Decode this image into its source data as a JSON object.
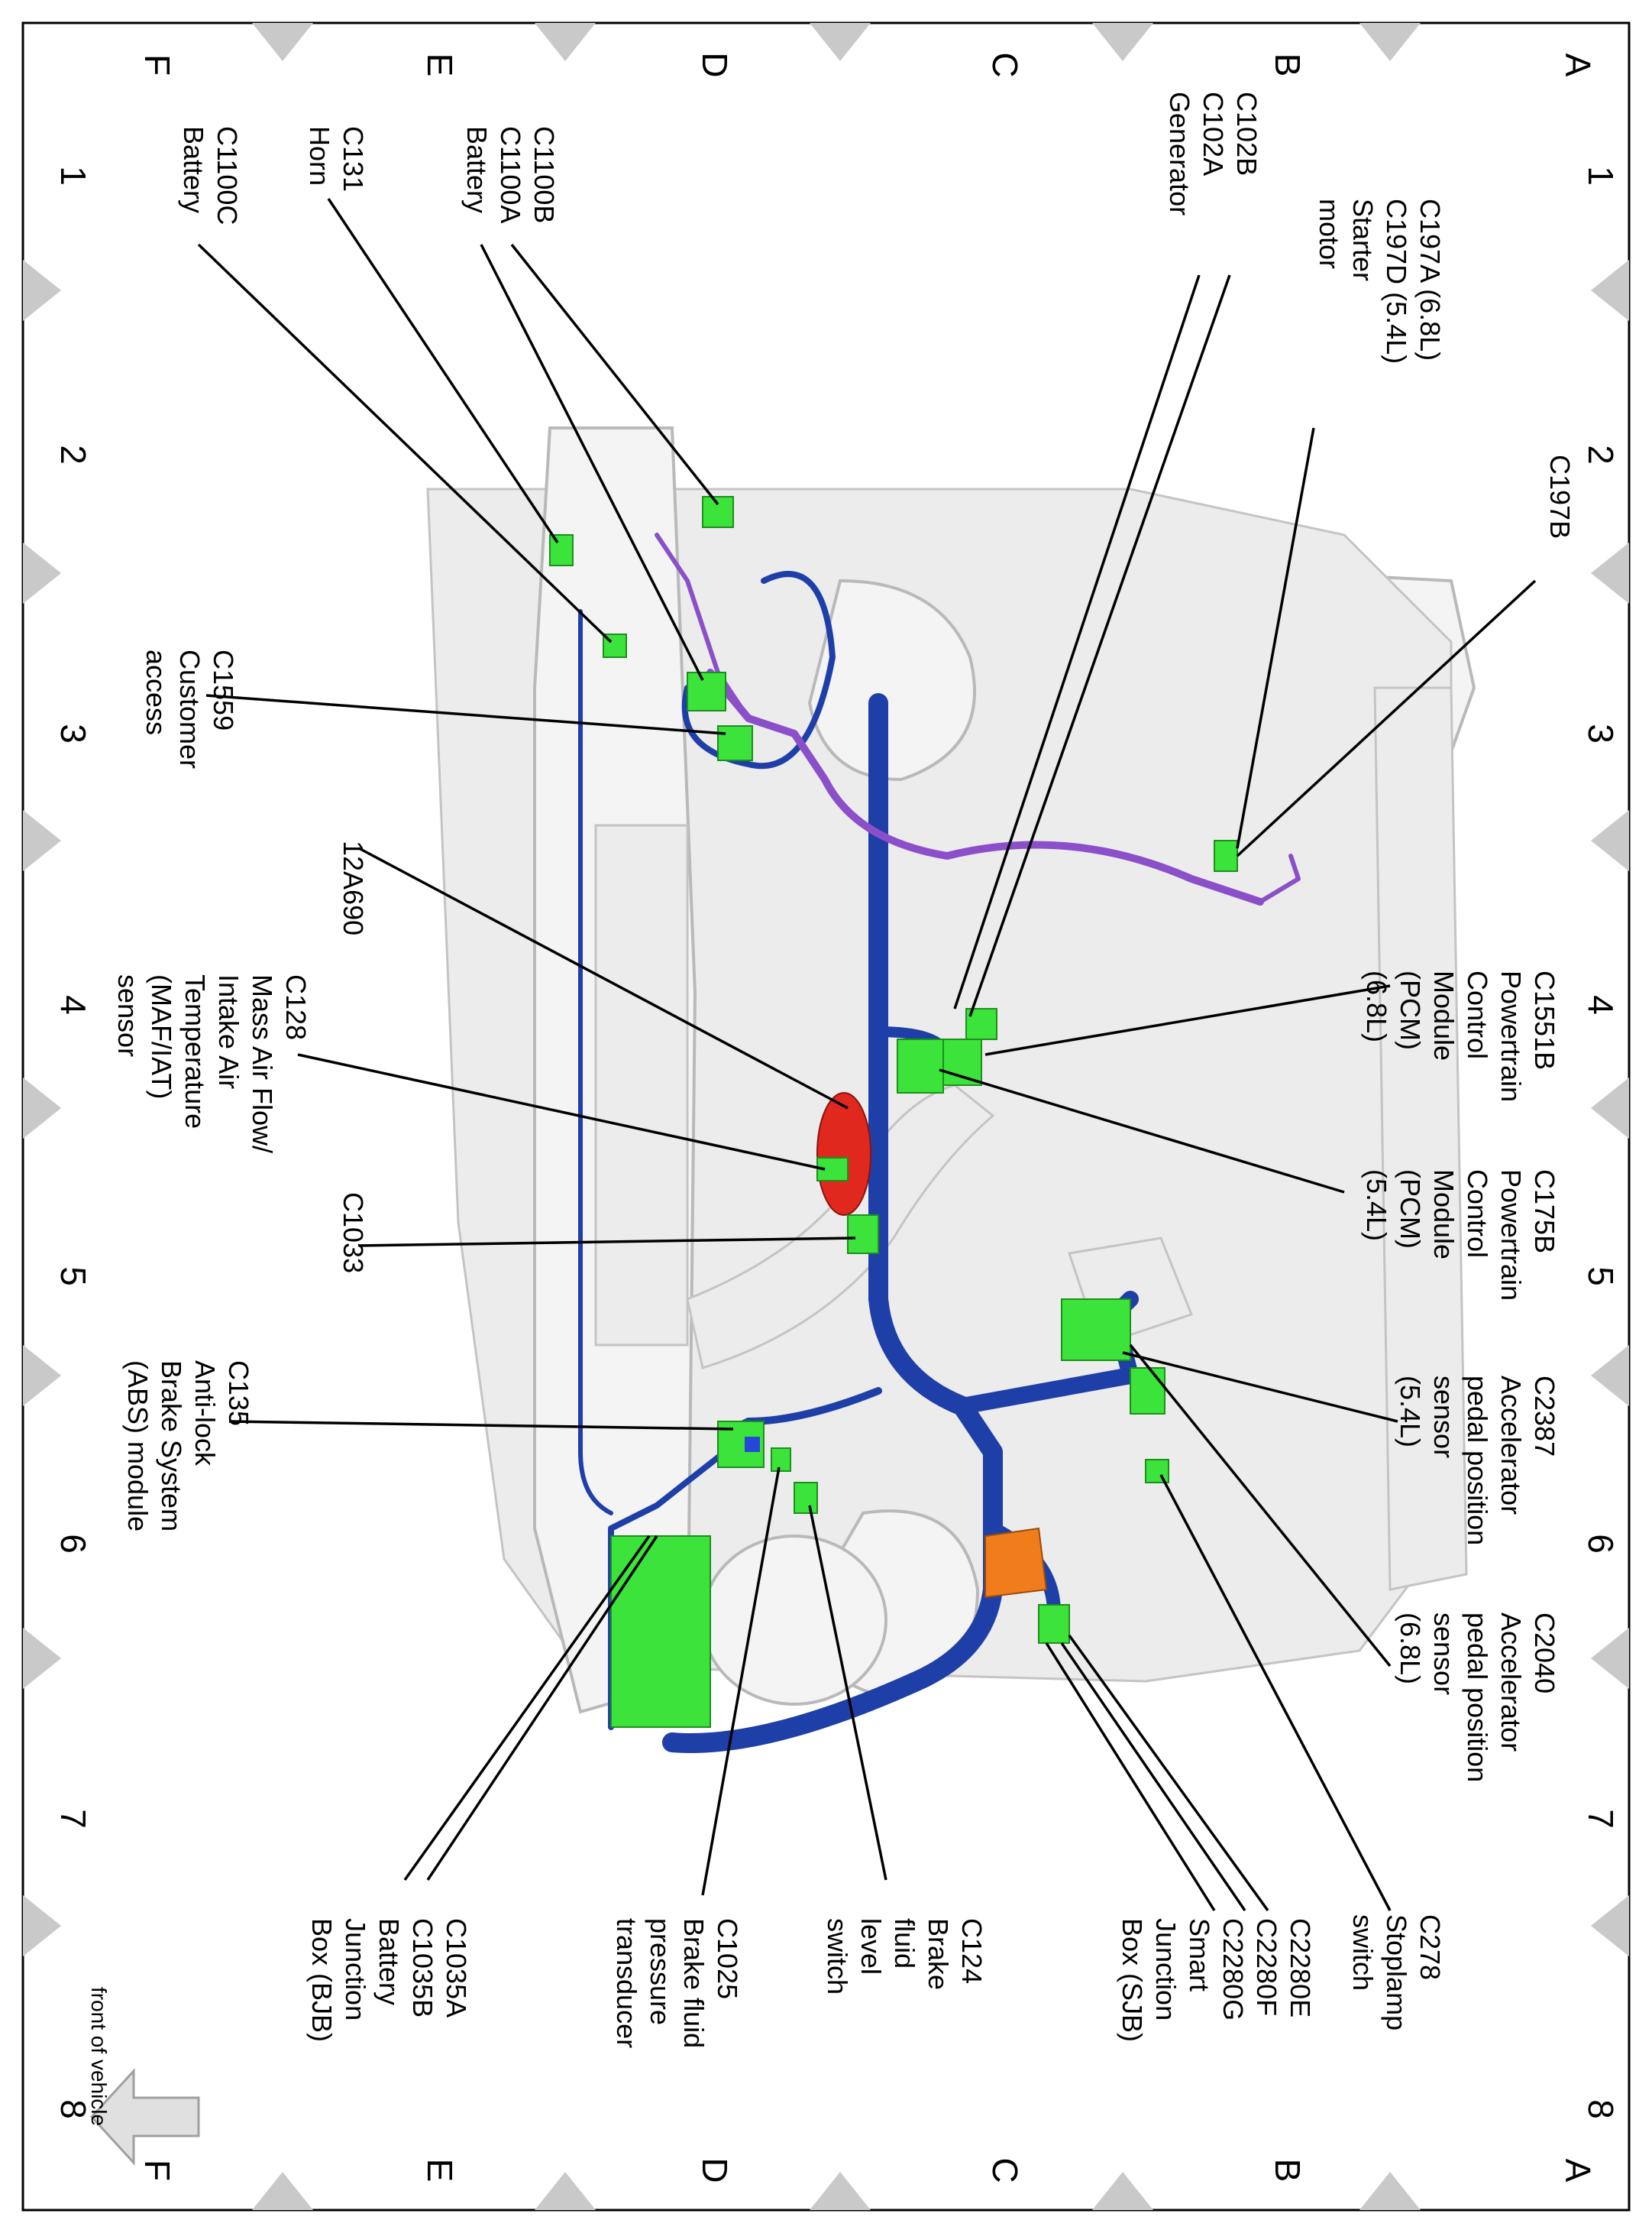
{
  "grid": {
    "rows": [
      "A",
      "B",
      "C",
      "D",
      "E",
      "F"
    ],
    "columns": [
      "1",
      "2",
      "3",
      "4",
      "5",
      "6",
      "7",
      "8"
    ]
  },
  "callouts": {
    "c197b": [
      "C197B"
    ],
    "c197a": [
      "C197A  (6.8L)",
      "C197D  (5.4L)",
      "Starter",
      "motor"
    ],
    "generator": [
      "C102B",
      "C102A",
      "Generator"
    ],
    "c1100b": [
      "C1100B",
      "C1100A",
      "Battery"
    ],
    "c131": [
      "C131",
      "Horn"
    ],
    "c1100c": [
      "C1100C",
      "Battery"
    ],
    "c1559": [
      "C1559",
      "Customer",
      "access"
    ],
    "c1551b": [
      "C1551B",
      "Powertrain",
      "Control",
      "Module",
      "(PCM)",
      "(6.8L)"
    ],
    "c175b": [
      "C175B",
      "Powertrain",
      "Control",
      "Module",
      "(PCM)",
      "(5.4L)"
    ],
    "a12a690": [
      "12A690"
    ],
    "c128": [
      "C128",
      "Mass Air Flow/",
      "Intake Air",
      "Temperature",
      "(MAF/IAT)",
      "sensor"
    ],
    "c1033": [
      "C1033"
    ],
    "c2387": [
      "C2387",
      "Accelerator",
      "pedal position",
      "sensor",
      "(5.4L)"
    ],
    "c135": [
      "C135",
      "Anti-lock",
      "Brake System",
      "(ABS) module"
    ],
    "c2040": [
      "C2040",
      "Accelerator",
      "pedal position",
      "sensor",
      "(6.8L)"
    ],
    "c278": [
      "C278",
      "Stoplamp",
      "switch"
    ],
    "sjb": [
      "C2280E",
      "C2280F",
      "C2280G",
      "Smart",
      "Junction",
      "Box (SJB)"
    ],
    "c124": [
      "C124",
      "Brake",
      "fluid",
      "level",
      "switch"
    ],
    "c1025": [
      "C1025",
      "Brake fluid",
      "pressure",
      "transducer"
    ],
    "bjb": [
      "C1035A",
      "C1035B",
      "Battery",
      "Junction",
      "Box (BJB)"
    ]
  },
  "front_indicator": "front of vehicle",
  "colors": {
    "harness_blue": "#1f3fa8",
    "harness_purple": "#8b4fc9",
    "connector_green": "#3be33b",
    "maf_red": "#e0281e",
    "sjb_orange": "#f07c1c",
    "edge_triangle": "#c9c9c9"
  }
}
